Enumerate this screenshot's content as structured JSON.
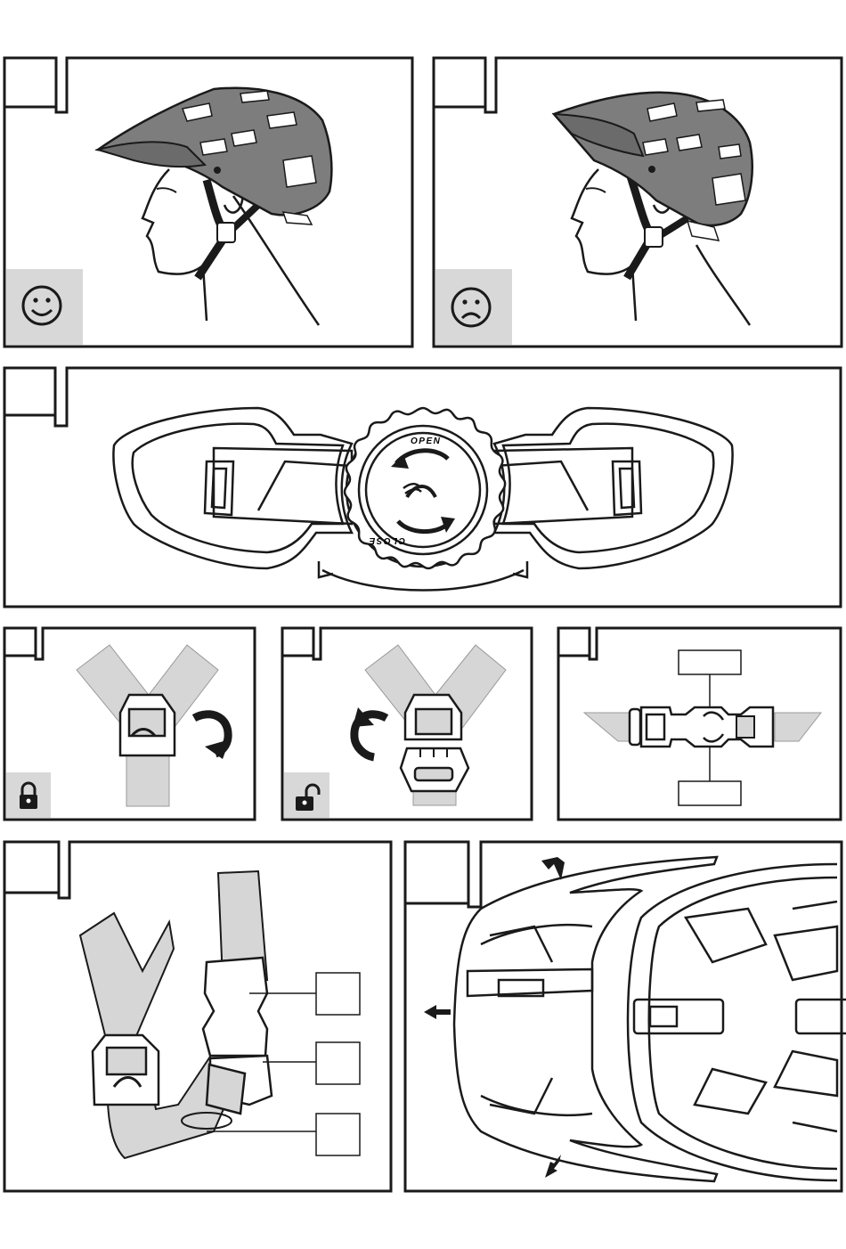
{
  "panels": [
    {
      "id": "fit-correct",
      "mood": "happy"
    },
    {
      "id": "fit-incorrect",
      "mood": "sad"
    },
    {
      "id": "dial-adjuster",
      "labels": {
        "open": "OPEN",
        "close": "CLOSE"
      }
    },
    {
      "id": "strap-divider-locked",
      "state": "locked"
    },
    {
      "id": "strap-divider-unlocked",
      "state": "unlocked"
    },
    {
      "id": "buckle-diagram"
    },
    {
      "id": "strap-adjustment"
    },
    {
      "id": "visor-removal"
    }
  ],
  "colors": {
    "strap_fill": "#d6d6d6",
    "helmet_fill": "#7d7d7d",
    "badge_fill": "#d8d8d8",
    "line": "#1a1a1a"
  }
}
